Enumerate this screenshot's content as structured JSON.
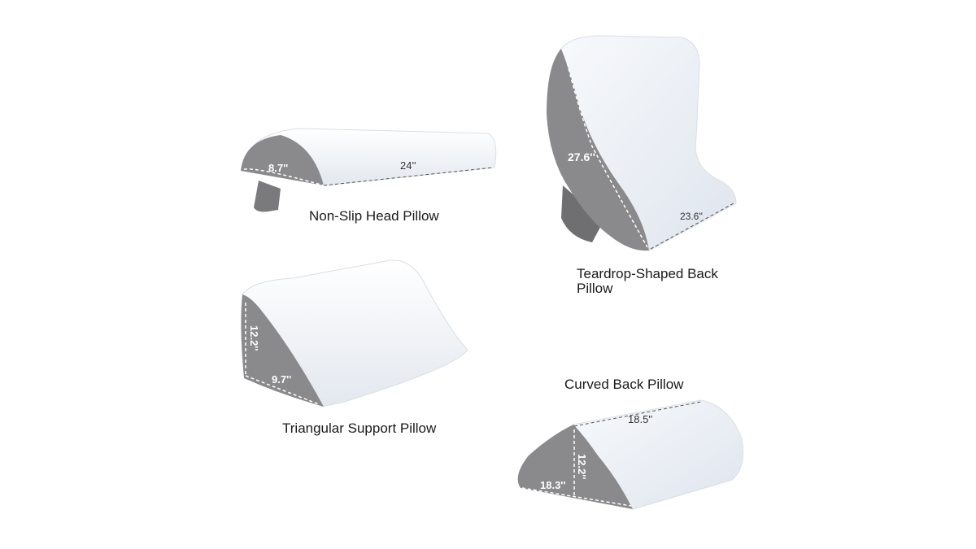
{
  "products": [
    {
      "name": "Non-Slip Head Pillow",
      "dimensions": [
        "8.7''",
        "24''"
      ]
    },
    {
      "name": "Teardrop-Shaped Back Pillow",
      "dimensions": [
        "27.6''",
        "23.6''"
      ]
    },
    {
      "name": "Triangular Support Pillow",
      "dimensions": [
        "12.2''",
        "9.7''"
      ]
    },
    {
      "name": "Curved Back Pillow",
      "dimensions": [
        "18.5''",
        "12.2''",
        "18.3''"
      ]
    }
  ],
  "colors": {
    "cover": "#eef2f7",
    "side": "#8a8a8c",
    "side_dark": "#6f6f72",
    "text": "#1a1a1a"
  }
}
